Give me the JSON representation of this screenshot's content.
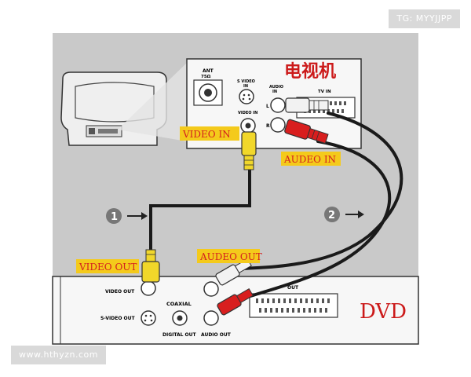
{
  "watermarks": {
    "top": "TG: MYYJJPP",
    "bottom": "www.hthyzn.com"
  },
  "tv_panel": {
    "title": "电视机",
    "ant_label": "ANT",
    "ant_sub": "75Ω",
    "svideo_label": "S VIDEO",
    "svideo_sub": "IN",
    "videoin_small": "VIDEO IN",
    "audioin_small": "AUDIO",
    "audioin_sub": "IN",
    "tvin_label": "TV IN",
    "l_label": "L",
    "r_label": "R"
  },
  "dvd_panel": {
    "title": "DVD",
    "video_out_small": "VIDEO OUT",
    "svideo_out_small": "S-VIDEO OUT",
    "coaxial_label": "COAXIAL",
    "digital_out_label": "DIGITAL OUT",
    "audio_out_label": "AUDIO OUT",
    "scart_out_label": "OUT"
  },
  "labels": {
    "video_in": "VIDEO IN",
    "audeo_in": "AUDEO IN",
    "video_out": "VIDEO OUT",
    "audeo_out": "AUDEO OUT"
  },
  "steps": {
    "one": "1",
    "two": "2"
  },
  "colors": {
    "background": "#c9c9c9",
    "label_bg": "#f4ca1b",
    "label_text": "#d41f1f",
    "title_red": "#cc1a1a",
    "cable_black": "#1a1a1a",
    "plug_yellow": "#f1d72a",
    "plug_red": "#d81e1e",
    "plug_white": "#f2f2f2"
  }
}
